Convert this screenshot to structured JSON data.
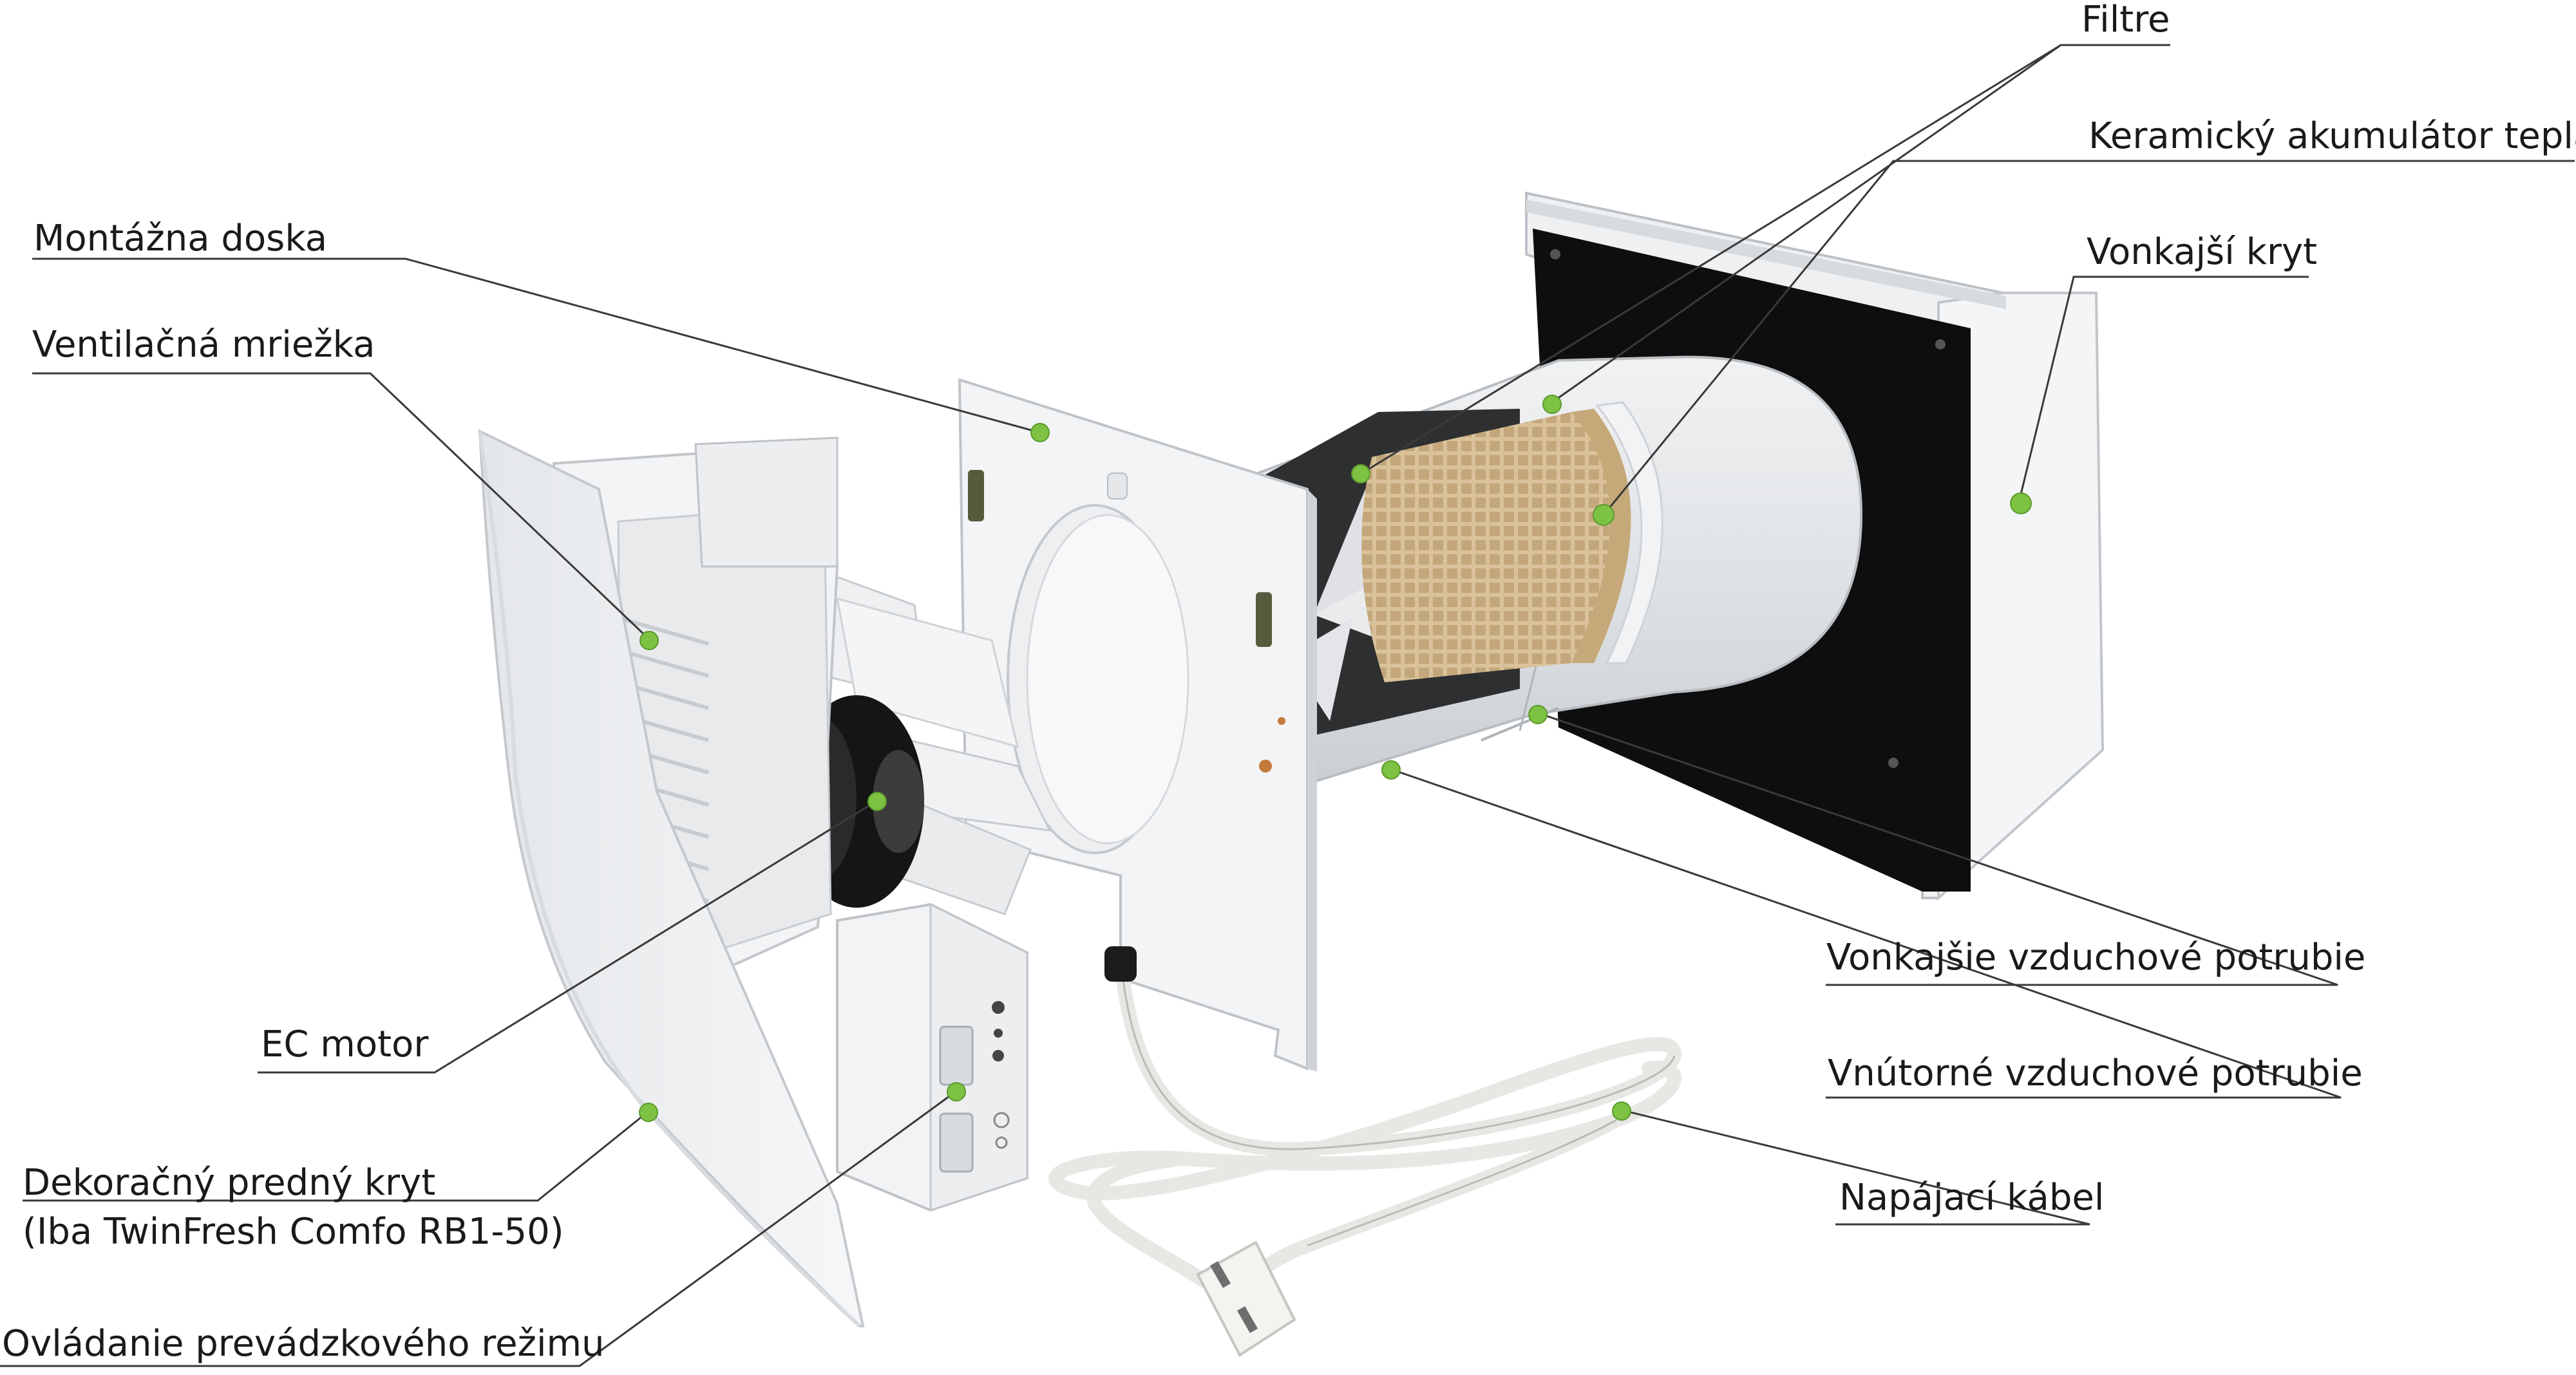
{
  "labels": {
    "filtre": "Filtre",
    "keramicky": "Keramický akumulátor tepla",
    "vonkajsi_kryt": "Vonkajší kryt",
    "montazna": "Montážna doska",
    "ventilacna": "Ventilačná mriežka",
    "ec_motor": "EC motor",
    "dekoracny_line1": "Dekoračný predný kryt",
    "dekoracny_line2": "(Iba TwinFresh Comfo RB1-50)",
    "ovladanie": "Ovládanie prevádzkového režimu",
    "vonkajsie_potrubie": "Vonkajšie vzduchové potrubie",
    "vnutorne_potrubie": "Vnútorné vzduchové potrubie",
    "napajaci": "Napájací kábel"
  },
  "colors": {
    "leader": "#3a3a3a",
    "dot": "#7dc242",
    "dot_stroke": "#5a9a2c"
  }
}
